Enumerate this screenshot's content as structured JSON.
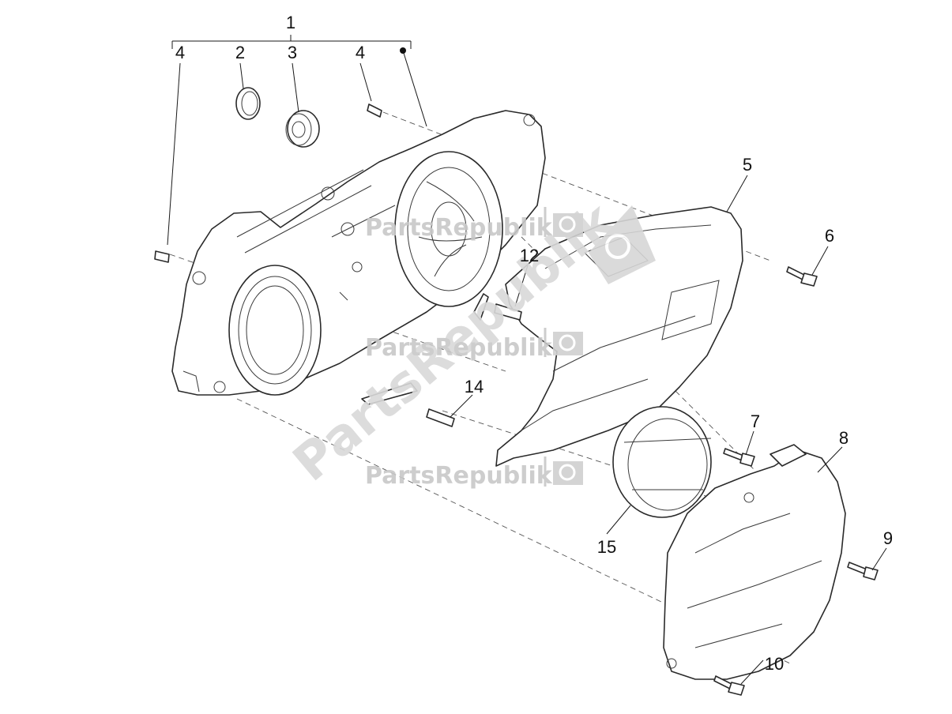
{
  "watermark": {
    "text": "PartsRepublik",
    "color": "#c8c8c8",
    "icon": "gear-icon"
  },
  "callouts": [
    {
      "id": "c1",
      "label": "1"
    },
    {
      "id": "c2",
      "label": "2"
    },
    {
      "id": "c3",
      "label": "3"
    },
    {
      "id": "c4a",
      "label": "4"
    },
    {
      "id": "c4b",
      "label": "4"
    },
    {
      "id": "c5",
      "label": "5"
    },
    {
      "id": "c6",
      "label": "6"
    },
    {
      "id": "c7",
      "label": "7"
    },
    {
      "id": "c8",
      "label": "8"
    },
    {
      "id": "c9",
      "label": "9"
    },
    {
      "id": "c10",
      "label": "10"
    },
    {
      "id": "c12",
      "label": "12"
    },
    {
      "id": "c14",
      "label": "14"
    },
    {
      "id": "c15",
      "label": "15"
    }
  ]
}
